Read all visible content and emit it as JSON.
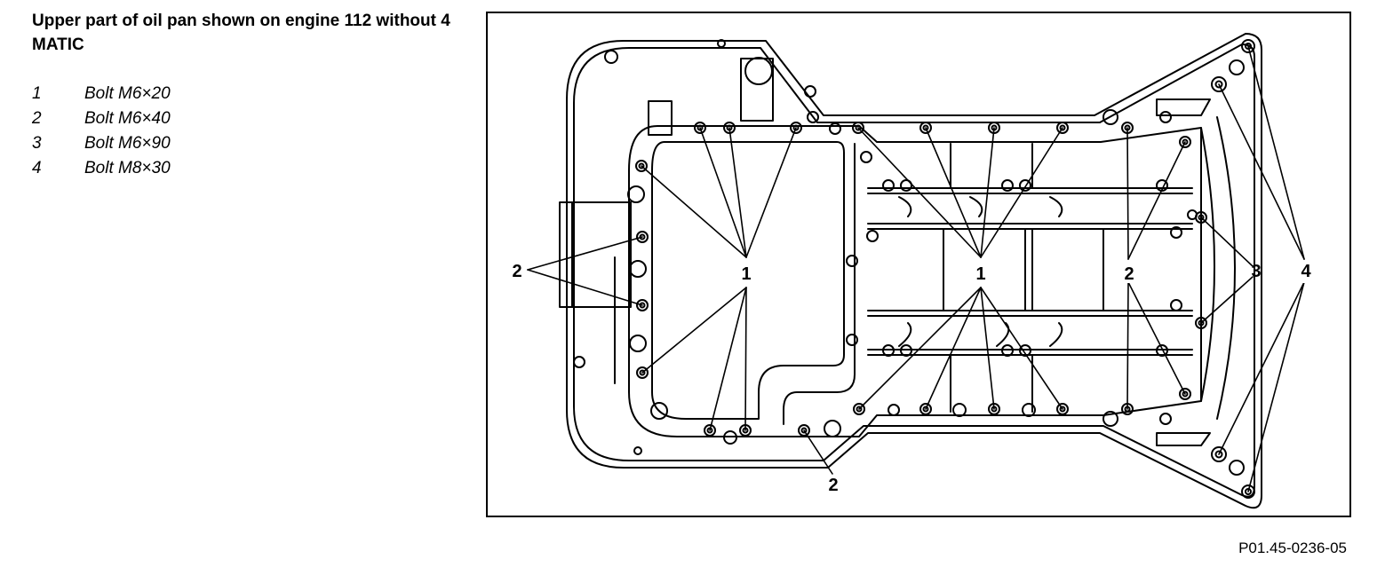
{
  "title": "Upper part of oil pan shown on engine 112 without 4 MATIC",
  "legend": [
    {
      "num": "1",
      "text": "Bolt M6×20"
    },
    {
      "num": "2",
      "text": "Bolt M6×40"
    },
    {
      "num": "3",
      "text": "Bolt M6×90"
    },
    {
      "num": "4",
      "text": "Bolt M8×30"
    }
  ],
  "callouts": {
    "c1a": "1",
    "c1b": "1",
    "c2left": "2",
    "c2bottom": "2",
    "c2right": "2",
    "c3": "3",
    "c4": "4"
  },
  "figure_ref": "P01.45-0236-05"
}
